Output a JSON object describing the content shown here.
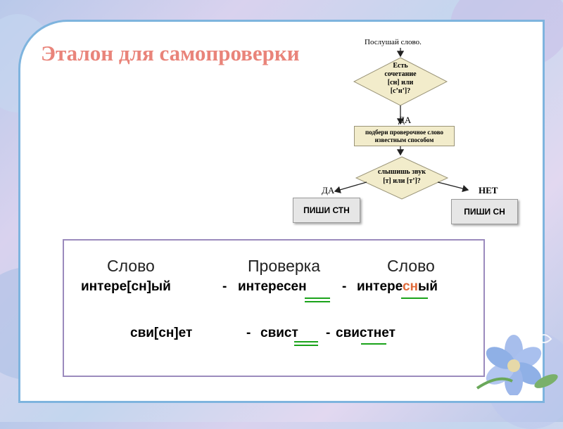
{
  "title": "Эталон для самопроверки",
  "flowchart": {
    "start": "Послушай слово.",
    "q1": [
      "Есть",
      "сочетание",
      "[сн] или",
      "[с’н’]?"
    ],
    "yes1": "ДА",
    "step": [
      "подбери проверочное слово",
      "известным способом"
    ],
    "q2": [
      "слышишь звук",
      "[т] или [т’]?"
    ],
    "yes2": "ДА",
    "no2": "НЕТ",
    "result_yes": "ПИШИ СТН",
    "result_no": "ПИШИ СН"
  },
  "table": {
    "headers": [
      "Слово",
      "Проверка",
      "Слово"
    ],
    "rows": [
      {
        "word": "интере[сн]ый",
        "sep1": "-",
        "check": "интересен",
        "sep2": "-",
        "answer_a": "интере",
        "answer_b": "сн",
        "answer_c": "ый"
      },
      {
        "word": "сви[сн]ет",
        "sep1": "-",
        "check": "свист",
        "sep2": "-",
        "answer_a": "свистнет"
      }
    ]
  },
  "colors": {
    "title": "#e9847a",
    "frame": "#7eb4de",
    "box_border": "#9b8bbd",
    "diamond_fill": "#f2eccb",
    "highlight": "#e06a3a",
    "underline": "#1aa31a"
  }
}
